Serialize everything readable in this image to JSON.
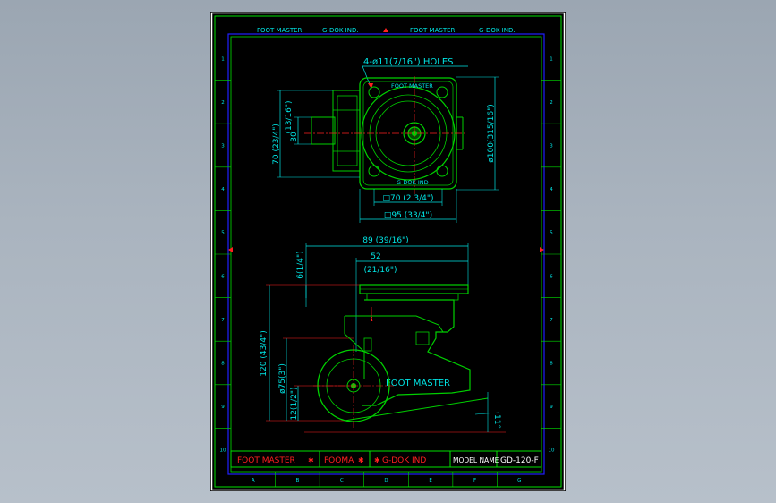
{
  "colors": {
    "background": "#a9b3bd",
    "sheet": "#000000",
    "border_outer": "#ffffff",
    "border_green": "#00e000",
    "border_blue": "#2020ff",
    "dimension": "#00e5e5",
    "part": "#00d000",
    "centerline": "#ff2020",
    "title_red": "#ff2020"
  },
  "header": {
    "left_a": "FOOT MASTER",
    "left_b": "G-DOK IND.",
    "right_a": "FOOT MASTER",
    "right_b": "G-DOK IND."
  },
  "border": {
    "row_markers": [
      "1",
      "2",
      "3",
      "4",
      "5",
      "6",
      "7",
      "8",
      "9",
      "10"
    ],
    "col_markers": [
      "A",
      "B",
      "C",
      "D",
      "E",
      "F",
      "G"
    ]
  },
  "top_view": {
    "holes_note": "4-ø11(7/16\") HOLES",
    "plate_text_top": "FOOT MASTER",
    "plate_text_bottom": "G-DOK IND",
    "dim_half": "(13/16\")",
    "dim_30": "30",
    "dim_70_side": "70 (23/4\")",
    "dim_diameter": "ø100(315/16\")",
    "dim_square_70": "□70 (2 3/4\")",
    "dim_square_95": "□95 (33/4\")"
  },
  "side_view": {
    "dim_89": "89 (39/16\")",
    "dim_52": "52",
    "dim_52_in": "(21/16\")",
    "dim_6": "6(1/4\")",
    "dim_120": "120 (43/4\")",
    "dim_75": "ø75(3\")",
    "dim_12": "12(1/2\")",
    "dim_angle": "11°",
    "body_text": "FOOT MASTER"
  },
  "title_block": {
    "brand_1": "FOOT MASTER",
    "brand_2": "FOOMA",
    "brand_3": "G-DOK IND",
    "model_label": "MODEL NAME",
    "model_value": "GD-120-F"
  }
}
